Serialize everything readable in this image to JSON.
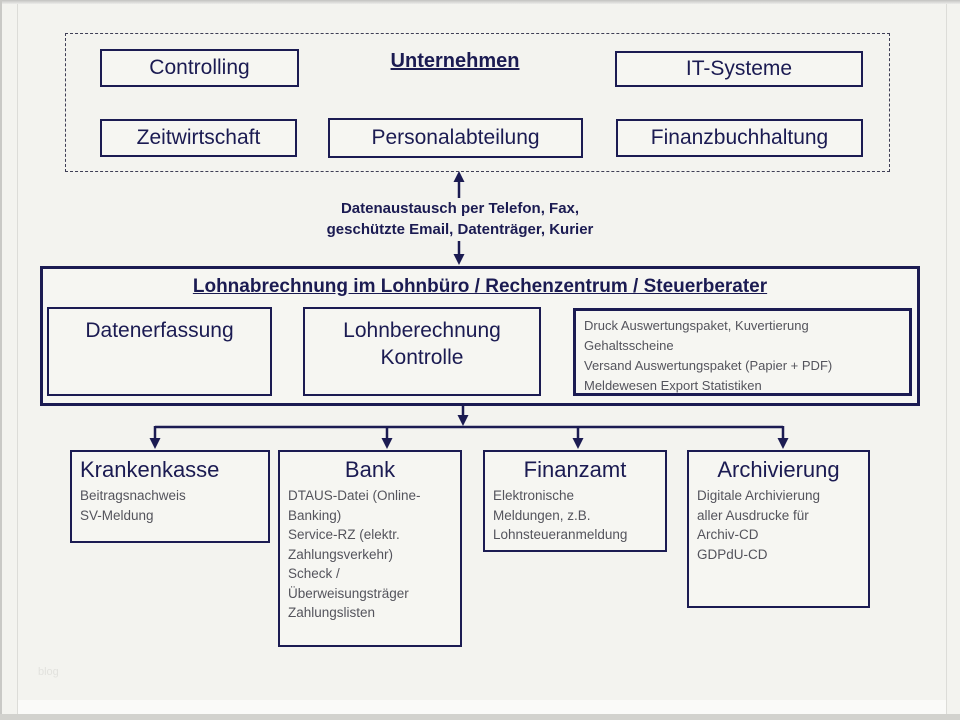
{
  "colors": {
    "navy": "#1b1b52",
    "muted_text": "#54545c",
    "background": "#f3f3ef",
    "box_fill": "#f6f6f2"
  },
  "watermark": "blog",
  "company_group": {
    "heading": "Unternehmen",
    "boxes": [
      {
        "label": "Controlling"
      },
      {
        "label": "IT-Systeme"
      },
      {
        "label": "Zeitwirtschaft"
      },
      {
        "label": "Personalabteilung"
      },
      {
        "label": "Finanzbuchhaltung"
      }
    ]
  },
  "exchange_note": {
    "line1": "Datenaustausch per Telefon, Fax,",
    "line2": "geschützte Email, Datenträger, Kurier"
  },
  "payroll_center": {
    "title": "Lohnabrechnung im Lohnbüro / Rechenzentrum / Steuerberater",
    "data_entry_label": "Datenerfassung",
    "calculation_line1": "Lohnberechnung",
    "calculation_line2": "Kontrolle",
    "print_lines": [
      "Druck Auswertungspaket,  Kuvertierung",
      "Gehaltsscheine",
      "Versand Auswertungspaket  (Papier + PDF)",
      "Meldewesen Export Statistiken"
    ]
  },
  "recipients": [
    {
      "title": "Krankenkasse",
      "lines": [
        "Beitragsnachweis",
        "SV-Meldung"
      ]
    },
    {
      "title": "Bank",
      "lines": [
        "DTAUS-Datei (Online-",
        "Banking)",
        "Service-RZ (elektr.",
        "Zahlungsverkehr)",
        "Scheck /",
        "Überweisungsträger",
        "Zahlungslisten"
      ]
    },
    {
      "title": "Finanzamt",
      "lines": [
        "Elektronische",
        "Meldungen, z.B.",
        "Lohnsteueranmeldung"
      ]
    },
    {
      "title": "Archivierung",
      "lines": [
        "Digitale Archivierung",
        "aller Ausdrucke für",
        "Archiv-CD",
        "GDPdU-CD"
      ]
    }
  ]
}
